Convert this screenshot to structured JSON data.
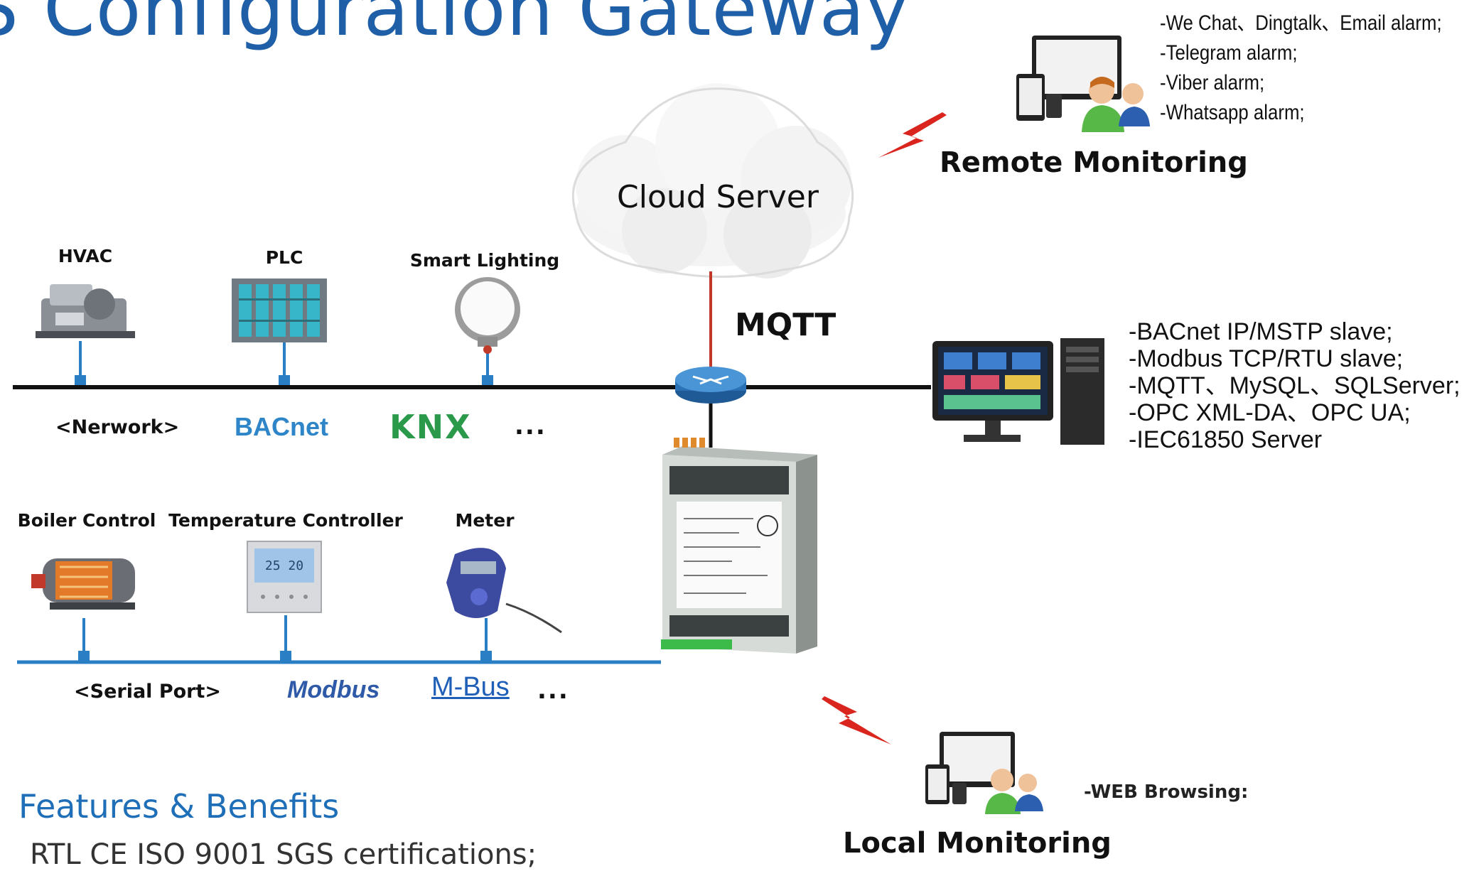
{
  "title": "S Configuration Gateway",
  "cloud_label": "Cloud Server",
  "protocol_label": "MQTT",
  "remote": {
    "heading": "Remote Monitoring",
    "alarms": [
      "-We Chat、Dingtalk、Email alarm;",
      "-Telegram alarm;",
      "-Viber alarm;",
      "-Whatsapp alarm;"
    ]
  },
  "server_protocols": [
    "-BACnet IP/MSTP slave;",
    "-Modbus TCP/RTU slave;",
    "-MQTT、MySQL、SQLServer;",
    "-OPC XML-DA、OPC UA;",
    "-IEC61850 Server"
  ],
  "network_devices": [
    "HVAC",
    "PLC",
    "Smart Lighting"
  ],
  "network_bus": {
    "label": "<Nerwork>",
    "logos": [
      "BACnet",
      "KNX"
    ],
    "more": "..."
  },
  "serial_devices": [
    "Boiler Control",
    "Temperature Controller",
    "Meter"
  ],
  "serial_bus": {
    "label": "<Serial Port>",
    "logos": [
      "Modbus",
      "M-Bus"
    ],
    "more": "..."
  },
  "local": {
    "heading": "Local Monitoring",
    "note": "-WEB Browsing:"
  },
  "features": {
    "title": "Features & Benefits",
    "first_line": "RTL CE ISO 9001 SGS  certifications;"
  },
  "colors": {
    "title_blue": "#1f5fa8",
    "bus_black": "#111111",
    "serial_blue": "#2a7fc4",
    "uplink_red": "#c0392b",
    "lightning_red": "#d9251d"
  },
  "icons": [
    "cloud-icon",
    "router-icon",
    "gateway-device-icon",
    "hvac-icon",
    "plc-icon",
    "bulb-icon",
    "boiler-icon",
    "thermostat-icon",
    "meter-icon",
    "desktop-pc-icon",
    "devices-users-icon",
    "lightning-icon"
  ]
}
